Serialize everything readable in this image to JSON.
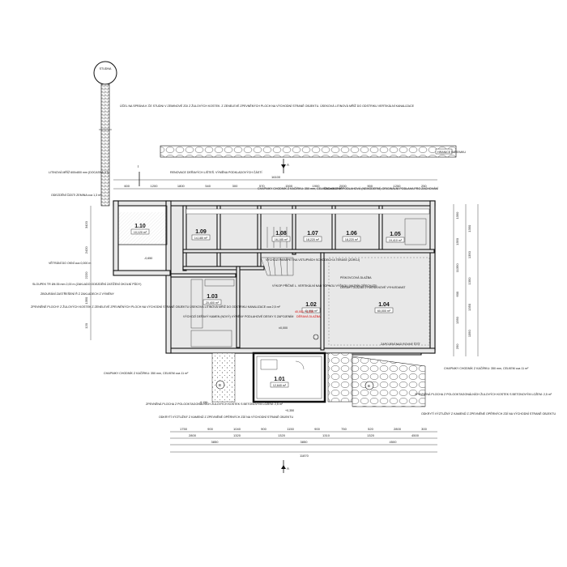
{
  "well": {
    "label": "STUDNA"
  },
  "notes": {
    "well_pipe": "ÚČEL NA SPRÁVA K ČE STUDNI V ZEMINOVÉ ZDI Z ŽULOVÝCH KOSTEK. Z ZENELEVÉ ZPEVNĚNÝCH PLOCH NA VÝCHODNÍ STRANĚ OBJEKTU. ÚSEKOVÁ LITINOVÁ MŘÍŽ DO ODSTRIKU VERTIKÁLNÍ KANALIZACE",
    "pipe_section": "LITINOVÁ MŘÍŽ 600x800 mm (DOCASNÁ ZT)",
    "drain_area": "ODEZDĚNÍ ČÁSTI ZEMINA cca 1,3 m²",
    "vents": "VĚTRÁNÍ DO OKNÍ cca 0,000 m",
    "renovation": "RENOVACE DEŘAVÝCH LIŠTEŠ. VÝMĚNA PODKLADOVÝCH ČÁSTÍ",
    "pipe_west": "SLOUPEK TR Ø4:35 mm 2,00 m (ZAKLADO ODEZDĚNÍ ZATÍŽENÍ OKOLNÍ PŮDY)",
    "drain_replace": "ZBOURÁNÍ ZASTŘEŠENÍ Ř Z ZAKLADECH Z VÝMĚNY",
    "paving_west": "ZPEVNĚNÉ PLOCHY Z ŽULOVÝCH KOSTEK Z ZENELEVÉ ZPEVNĚNÝCH PLOCH NA VÝCHODNÍ STRANĚ OBJEKTU ÚSEKOVÁ LITINOVÁ MŘÍŽ DO ODSTRIKU KANALIZACE cca 2,5 m²",
    "walkway_top": "CHAPNIKY CHODNÍK Z KAČÍRKU: 350 mm, CELKEM cca 11 m²",
    "partition": "ŠACHTA PODPODLAHOVÁ (NEMODERNÍ) ORIGINÁLNÍ PODLAHA PRO ZACHOVÁNÍ",
    "stairs_note": "VÝCHOZÍ PARAPET NA VSTUPNÍCH SCHODECH A TERASE (ZDROJ)",
    "transverse": "VÝKOP PŘÍČNÉ L. VERTIKÁLNÍ NAD TOPNOU VÝŠKOU (VAZNÍK OŘECH ZD)",
    "reuse_floor": "PÍSKOVCOVÁ DLAŽBA",
    "heating": "DEŘAVÝ DLAŽBA VÝMĚNA NOVÉ VYHLEDAVAT",
    "floor_1_03": "VÝCHOZÍ DEŘAVÝ KAMEN (NOVÝ) VÝMĚNY PODLAHOVÉ DESKY S ZAPOJENÍM",
    "partial_walls": "ZAPOJENÍ NAD ROVNÝ ŠTÍT",
    "walkway_bottom_left": "CHAPNIKY CHODNÍK Z KAČÍRKU: 350 mm, CELKEM cca 11 m²",
    "paving_sw": "ZPEVNĚNÁ PLOCHA Z POLOOKTAGONÁLNÍCH ŽULOVÝCH KOSTEK S BETONOVÝM LOŽEM: 2,5 m²",
    "facade_sw": "ODKRYTÍ VÝZTUŽNÝ Z KAMENŮ Z ZPEVNĚNÉ OPĚRNÝCH ZDÍ NA VÝCHODNÍ STRANĚ OBJEKTU",
    "walkway_east": "CHAPNIKY CHODNÍK Z KAČÍRKU: 350 mm, CELKEM cca 11 m²",
    "paving_east": "ZPEVNĚNÁ PLOCHA Z POLOOKTAGONÁLNÍCH ŽULOVÝCH KOSTEK S BETONOVÝM LOŽEM: 2,5 m²",
    "facade_east": "ODKRYTÍ VÝZTUŽNÝ Z KAMENŮ Z ZPEVNĚNÉ OPĚRNÝCH ZDÍ NA VÝCHODNÍ STRANĚ OBJEKTU"
  },
  "rooms": [
    {
      "id": "1.10",
      "area": "10,120 m²"
    },
    {
      "id": "1.09",
      "area": "14,180 m²"
    },
    {
      "id": "1.08",
      "area": "16,185 m²"
    },
    {
      "id": "1.07",
      "area": "18,220 m²"
    },
    {
      "id": "1.06",
      "area": "18,220 m²"
    },
    {
      "id": "1.05",
      "area": "19,410 m²"
    },
    {
      "id": "1.03",
      "area": "20,400 m²"
    },
    {
      "id": "1.02",
      "area": "40,000 m²"
    },
    {
      "id": "1.04",
      "area": "60,000 m²"
    },
    {
      "id": "1.01",
      "area": "12,640 m²"
    }
  ],
  "red_note": {
    "line1": "40,000 · 4,330",
    "line2": "DĚRAVÁ DLAŽBA"
  },
  "section_marks": {
    "top": "A",
    "bottom": "A",
    "left": "I",
    "right": "B",
    "sw": "B"
  },
  "dims_top": {
    "total": "16100",
    "row1": [
      "600",
      "1200",
      "1800",
      "540",
      "300",
      "570",
      "1500",
      "1900",
      "2000",
      "900",
      "1200",
      "250"
    ]
  },
  "dims_bottom": {
    "row1": [
      "1750",
      "900",
      "1040",
      "900",
      "1150",
      "900",
      "750",
      "520",
      "2800",
      "300"
    ],
    "row2": [
      "2800",
      "1320",
      "1320",
      "1310",
      "1320",
      "4500"
    ],
    "row3": [
      "3850",
      "3850",
      "4500"
    ],
    "total": "11870"
  },
  "dims_right": [
    "1350",
    "1350",
    "1350",
    "1350",
    "11350",
    "1350",
    "600",
    "1350",
    "1350",
    "1350",
    "250"
  ],
  "dims_left": [
    "3420",
    "2420",
    "2220",
    "1350",
    "120"
  ],
  "level_marks": [
    "±0,000",
    "-0,150",
    "+0,350",
    "-0,650"
  ],
  "top_boundary_label": "HRANICE POZEMKU"
}
